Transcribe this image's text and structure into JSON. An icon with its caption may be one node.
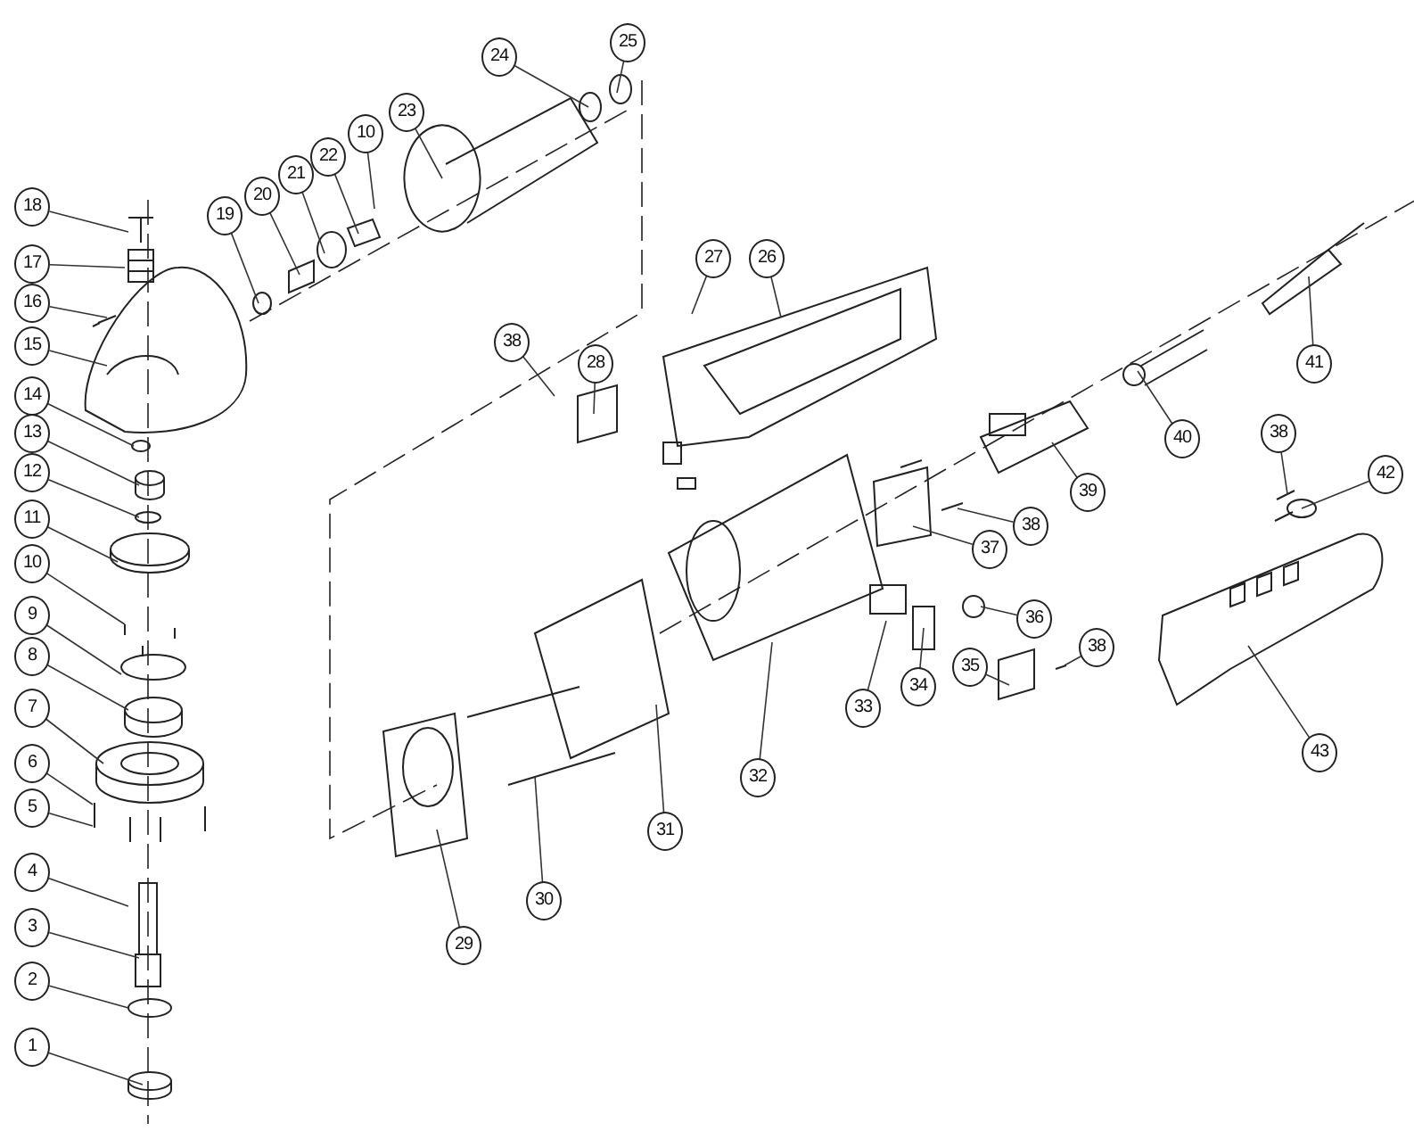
{
  "diagram": {
    "nodes": [
      {
        "text": [
          "25"
        ]
      },
      {
        "text": [
          "24"
        ]
      },
      {
        "text": [
          "23"
        ]
      },
      {
        "text": [
          "10"
        ]
      },
      {
        "text": [
          "22"
        ]
      },
      {
        "text": [
          "21"
        ]
      },
      {
        "text": [
          "20"
        ]
      },
      {
        "text": [
          "19"
        ]
      },
      {
        "text": [
          "18"
        ]
      },
      {
        "text": [
          "17"
        ]
      },
      {
        "text": [
          "16"
        ]
      },
      {
        "text": [
          "15"
        ]
      },
      {
        "text": [
          "14"
        ]
      },
      {
        "text": [
          "13"
        ]
      },
      {
        "text": [
          "12"
        ]
      },
      {
        "text": [
          "11"
        ]
      },
      {
        "text": [
          "10"
        ]
      },
      {
        "text": [
          "9"
        ]
      },
      {
        "text": [
          "8"
        ]
      },
      {
        "text": [
          "7"
        ]
      },
      {
        "text": [
          "6"
        ]
      },
      {
        "text": [
          "5"
        ]
      },
      {
        "text": [
          "4"
        ]
      },
      {
        "text": [
          "3"
        ]
      },
      {
        "text": [
          "2"
        ]
      },
      {
        "text": [
          "1"
        ]
      },
      {
        "text": [
          "27"
        ]
      },
      {
        "text": [
          "26"
        ]
      },
      {
        "text": [
          "38"
        ]
      },
      {
        "text": [
          "28"
        ]
      },
      {
        "text": [
          "41"
        ]
      },
      {
        "text": [
          "40"
        ]
      },
      {
        "text": [
          "38"
        ]
      },
      {
        "text": [
          "42"
        ]
      },
      {
        "text": [
          "39"
        ]
      },
      {
        "text": [
          "38"
        ]
      },
      {
        "text": [
          "37"
        ]
      },
      {
        "text": [
          "36"
        ]
      },
      {
        "text": [
          "34"
        ]
      },
      {
        "text": [
          "35"
        ]
      },
      {
        "text": [
          "38"
        ]
      },
      {
        "text": [
          "33"
        ]
      },
      {
        "text": [
          "32"
        ]
      },
      {
        "text": [
          "43"
        ]
      },
      {
        "text": [
          "31"
        ]
      },
      {
        "text": [
          "30"
        ]
      },
      {
        "text": [
          "29"
        ]
      }
    ],
    "edges": [
      {
        "from": 0,
        "to": null,
        "arrow": "none"
      },
      {
        "from": 1,
        "to": null,
        "arrow": "none"
      },
      {
        "from": 2,
        "to": null,
        "arrow": "none"
      },
      {
        "from": 3,
        "to": null,
        "arrow": "none"
      },
      {
        "from": 4,
        "to": null,
        "arrow": "none"
      },
      {
        "from": 5,
        "to": null,
        "arrow": "none"
      },
      {
        "from": 6,
        "to": null,
        "arrow": "none"
      },
      {
        "from": 7,
        "to": null,
        "arrow": "none"
      },
      {
        "from": 8,
        "to": null,
        "arrow": "none"
      },
      {
        "from": 9,
        "to": null,
        "arrow": "none"
      },
      {
        "from": 10,
        "to": null,
        "arrow": "none"
      },
      {
        "from": 11,
        "to": null,
        "arrow": "none"
      },
      {
        "from": 12,
        "to": null,
        "arrow": "none"
      },
      {
        "from": 13,
        "to": null,
        "arrow": "none"
      },
      {
        "from": 14,
        "to": null,
        "arrow": "none"
      },
      {
        "from": 15,
        "to": null,
        "arrow": "none"
      },
      {
        "from": 16,
        "to": null,
        "arrow": "none"
      },
      {
        "from": 17,
        "to": null,
        "arrow": "none"
      },
      {
        "from": 18,
        "to": null,
        "arrow": "none"
      },
      {
        "from": 19,
        "to": null,
        "arrow": "none"
      },
      {
        "from": 20,
        "to": null,
        "arrow": "none"
      },
      {
        "from": 21,
        "to": null,
        "arrow": "none"
      },
      {
        "from": 22,
        "to": null,
        "arrow": "none"
      },
      {
        "from": 23,
        "to": null,
        "arrow": "none"
      },
      {
        "from": 24,
        "to": null,
        "arrow": "none"
      },
      {
        "from": 25,
        "to": null,
        "arrow": "none"
      },
      {
        "from": 26,
        "to": null,
        "arrow": "none"
      },
      {
        "from": 27,
        "to": null,
        "arrow": "none"
      },
      {
        "from": 28,
        "to": null,
        "arrow": "none"
      },
      {
        "from": 29,
        "to": null,
        "arrow": "none"
      },
      {
        "from": 30,
        "to": null,
        "arrow": "none"
      },
      {
        "from": 31,
        "to": null,
        "arrow": "none"
      },
      {
        "from": 32,
        "to": null,
        "arrow": "none"
      },
      {
        "from": 33,
        "to": null,
        "arrow": "none"
      },
      {
        "from": 34,
        "to": null,
        "arrow": "none"
      },
      {
        "from": 35,
        "to": null,
        "arrow": "none"
      },
      {
        "from": 36,
        "to": null,
        "arrow": "none"
      },
      {
        "from": 37,
        "to": null,
        "arrow": "none"
      },
      {
        "from": 38,
        "to": null,
        "arrow": "none"
      },
      {
        "from": 39,
        "to": null,
        "arrow": "none"
      },
      {
        "from": 40,
        "to": null,
        "arrow": "none"
      },
      {
        "from": 41,
        "to": null,
        "arrow": "none"
      },
      {
        "from": 42,
        "to": null,
        "arrow": "none"
      },
      {
        "from": 43,
        "to": null,
        "arrow": "none"
      },
      {
        "from": 44,
        "to": null,
        "arrow": "none"
      },
      {
        "from": 45,
        "to": null,
        "arrow": "none"
      },
      {
        "from": 46,
        "to": null,
        "arrow": "none"
      }
    ]
  }
}
